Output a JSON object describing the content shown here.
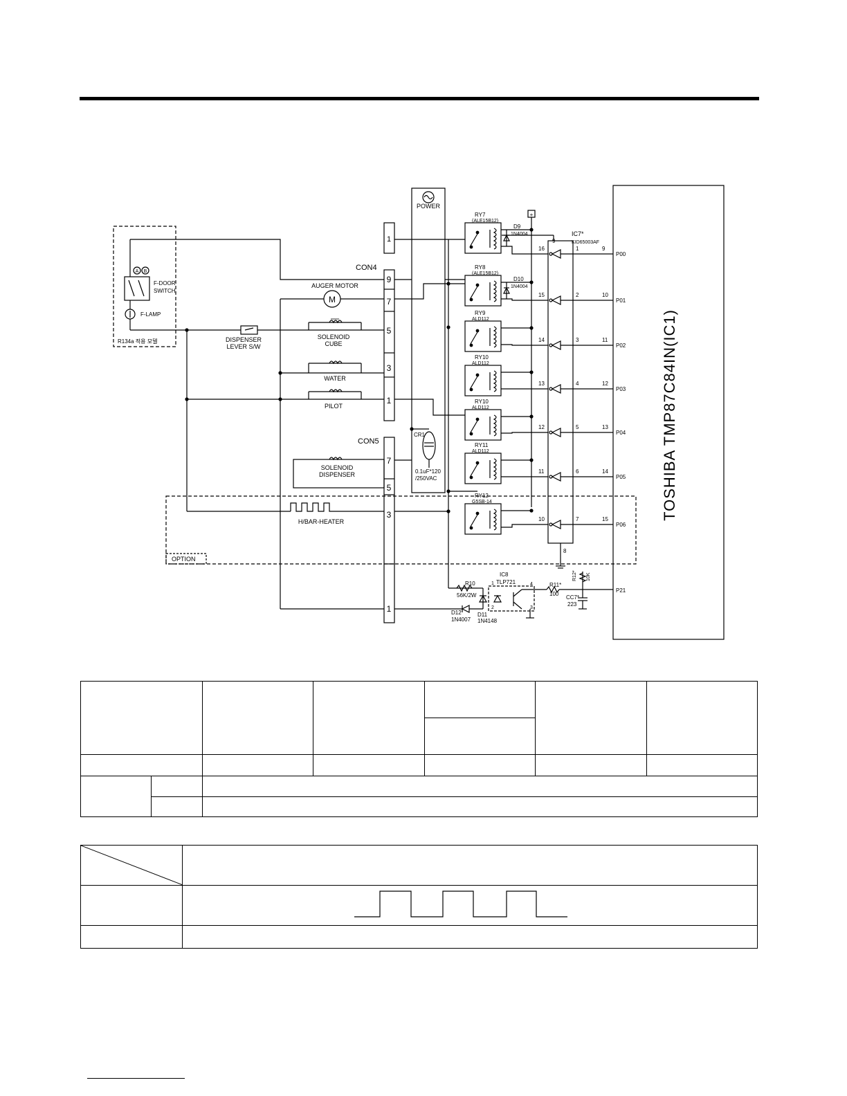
{
  "schematic": {
    "power": {
      "label": "POWER"
    },
    "connectors": {
      "con4": {
        "label": "CON4",
        "pins": [
          "9",
          "7",
          "5",
          "3",
          "1"
        ]
      },
      "con5": {
        "label": "CON5",
        "pins": [
          "7",
          "5",
          "3",
          "1"
        ]
      },
      "single_pin": "1"
    },
    "door_switch": {
      "label_1": "F-DOOR",
      "label_2": "SWITCH",
      "pin_a": "A",
      "pin_b": "B",
      "lamp": "F-LAMP",
      "note": "R134a 적용 모델"
    },
    "loads": {
      "auger_motor": "AUGER MOTOR",
      "motor_symbol": "M",
      "dispenser_lever_1": "DISPENSER",
      "dispenser_lever_2": "LEVER S/W",
      "solenoid_cube_1": "SOLENOID",
      "solenoid_cube_2": "CUBE",
      "water": "WATER",
      "pilot": "PILOT",
      "solenoid_dispenser_1": "SOLENOID",
      "solenoid_dispenser_2": "DISPENSER",
      "heater": "H/BAR-HEATER",
      "option": "OPTION"
    },
    "relays": [
      {
        "name": "RY7",
        "part": "(ALE15B12)",
        "diode": "D9",
        "diode_part": "1N4004",
        "driver_out": "16",
        "driver_in": "1",
        "mcu_pin": "9",
        "port": "P00"
      },
      {
        "name": "RY8",
        "part": "(ALE15B12)",
        "diode": "D10",
        "diode_part": "1N4004",
        "driver_out": "15",
        "driver_in": "2",
        "mcu_pin": "10",
        "port": "P01"
      },
      {
        "name": "RY9",
        "part": "ALD112",
        "diode": "",
        "diode_part": "",
        "driver_out": "14",
        "driver_in": "3",
        "mcu_pin": "11",
        "port": "P02"
      },
      {
        "name": "RY10",
        "part": "ALD112",
        "diode": "",
        "diode_part": "",
        "driver_out": "13",
        "driver_in": "4",
        "mcu_pin": "12",
        "port": "P03"
      },
      {
        "name": "RY10",
        "part": "ALD112",
        "diode": "",
        "diode_part": "",
        "driver_out": "12",
        "driver_in": "5",
        "mcu_pin": "13",
        "port": "P04"
      },
      {
        "name": "RY11",
        "part": "ALD112",
        "diode": "",
        "diode_part": "",
        "driver_out": "11",
        "driver_in": "6",
        "mcu_pin": "14",
        "port": "P05"
      },
      {
        "name": "RY12",
        "part": "G5SB-14",
        "diode": "",
        "diode_part": "",
        "driver_out": "10",
        "driver_in": "7",
        "mcu_pin": "15",
        "port": "P06"
      }
    ],
    "driver_ic": {
      "name": "IC7*",
      "part": "KID65003AF",
      "vcc_pin": "9",
      "gnd_pin": "8"
    },
    "mcu": {
      "label": "TOSHIBA  TMP87C84IN(IC1)"
    },
    "capacitor": {
      "name": "CR1",
      "value_1": "0.1uF*120",
      "value_2": "/250VAC"
    },
    "vcc_marker": "+",
    "opto": {
      "ic": "IC8",
      "part": "TLP721",
      "pin1": "1",
      "pin2": "2",
      "pin3": "3",
      "pin4": "4",
      "r10": "R10",
      "r10_value": "56K/2W",
      "d11": "D11",
      "d11_part": "1N4148",
      "d12": "D12",
      "d12_part": "1N4007",
      "r11": "R11*",
      "r11_value": "100",
      "r12": "R12*",
      "r12_value": "10K",
      "cc7": "CC7*",
      "cc7_value": "223",
      "port": "P21"
    }
  },
  "tables": {
    "table1": {
      "header": [
        "",
        "",
        "",
        "",
        "",
        ""
      ],
      "sub_header": "",
      "row1": [
        "",
        "",
        "",
        "",
        "",
        ""
      ],
      "row2": {
        "group": "",
        "label": "",
        "value": ""
      },
      "row3": {
        "label": "",
        "value": ""
      }
    },
    "table2": {
      "header_value": "",
      "waveform_label": "",
      "footer_label": "",
      "footer_value": ""
    }
  }
}
